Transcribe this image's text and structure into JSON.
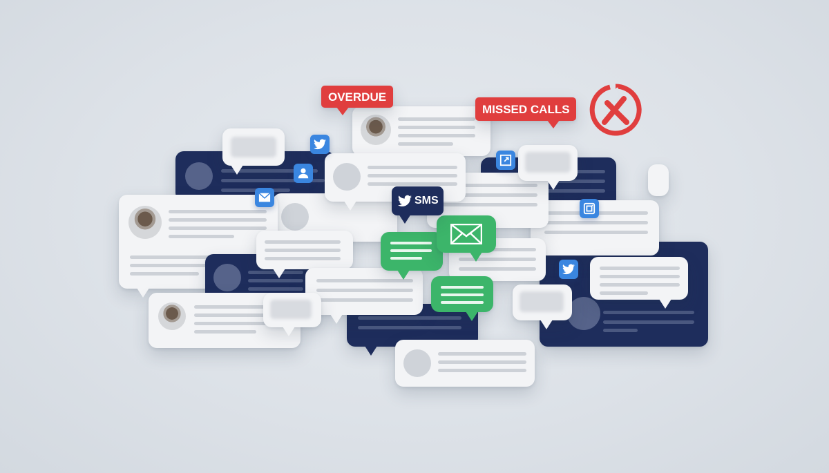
{
  "scene": {
    "description": "Overflowing communication channels illustration",
    "background": "#dde2e8"
  },
  "alerts": {
    "overdue": {
      "label": "OVERDUE",
      "color": "#e03e3e"
    },
    "missed_calls": {
      "label": "MISSED CALLS",
      "color": "#e03e3e"
    },
    "missed_call_icon": "broken-phone-circle-icon"
  },
  "channels": {
    "sms": {
      "label": "SMS",
      "icon": "twitter-bird-icon",
      "color": "#1e2d5c"
    },
    "email_bubble_icon": "envelope-icon",
    "accent_green": "#3cb56a",
    "accent_blue": "#3a86e0",
    "dark_bubble": "#1e2d5c"
  },
  "badges": [
    "twitter-icon",
    "user-icon",
    "mail-icon",
    "external-link-icon",
    "instagram-icon",
    "twitter-icon"
  ]
}
